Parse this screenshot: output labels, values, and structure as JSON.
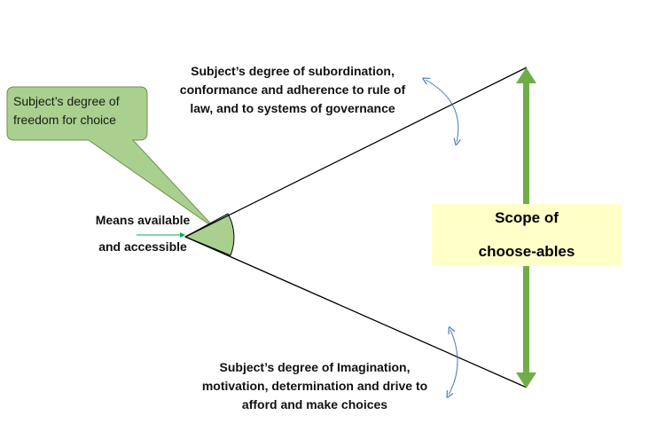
{
  "callout": {
    "text": "Subject’s degree of freedom for choice"
  },
  "means": {
    "line1": "Means available",
    "line2": "and accessible"
  },
  "upper_label": {
    "line1": "Subject’s degree of subordination,",
    "line2": "conformance and adherence to rule of",
    "line3": "law, and to systems of governance"
  },
  "lower_label": {
    "line1": "Subject’s degree of Imagination,",
    "line2": "motivation, determination and drive to",
    "line3": "afford and make choices"
  },
  "scope": {
    "line1": "Scope of",
    "line2": "choose-ables"
  },
  "colors": {
    "callout_fill": "#a9d08e",
    "callout_border": "#6f8f4e",
    "wedge_fill": "#a9d08e",
    "scope_box": "#ffffc8",
    "arrow_green": "#70ad47",
    "means_arrow": "#00b050",
    "curved_arrow": "#4a7ab8"
  }
}
